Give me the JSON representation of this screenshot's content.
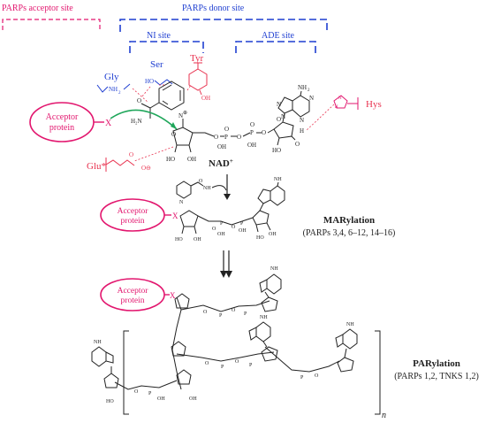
{
  "acceptor_site": {
    "label": "PARPs acceptor site",
    "color": "#e2166e"
  },
  "donor_site": {
    "label": "PARPs donor site",
    "color": "#1f3fd1",
    "ni_label": "NI site",
    "ade_label": "ADE site"
  },
  "residues": {
    "gly": "Gly",
    "ser": "Ser",
    "tyr": "Tyr",
    "hys": "Hys",
    "glu": "Glu*"
  },
  "acceptor_protein": {
    "line1": "Acceptor",
    "line2": "protein",
    "x_label": "X"
  },
  "molecule_label": "NAD",
  "molecule_sup": "+",
  "marylation": {
    "title": "MARylation",
    "subtitle": "(PARPs 3,4, 6–12, 14–16)"
  },
  "parylation": {
    "title": "PARylation",
    "subtitle": "(PARPs 1,2, TNKS 1,2)",
    "repeat": "n"
  },
  "atoms": {
    "nh2": "NH",
    "nh2_sub": "2",
    "o": "O",
    "oh": "OH",
    "ho": "HO",
    "h": "H",
    "n": "N",
    "p": "P",
    "h2n": "H₂N",
    "oneg": "O⊖",
    "nplus": "N⊕"
  },
  "colors": {
    "pink": "#e2166e",
    "blue": "#1f3fd1",
    "red": "#e8324f",
    "green": "#1fa65a",
    "black": "#222222"
  }
}
